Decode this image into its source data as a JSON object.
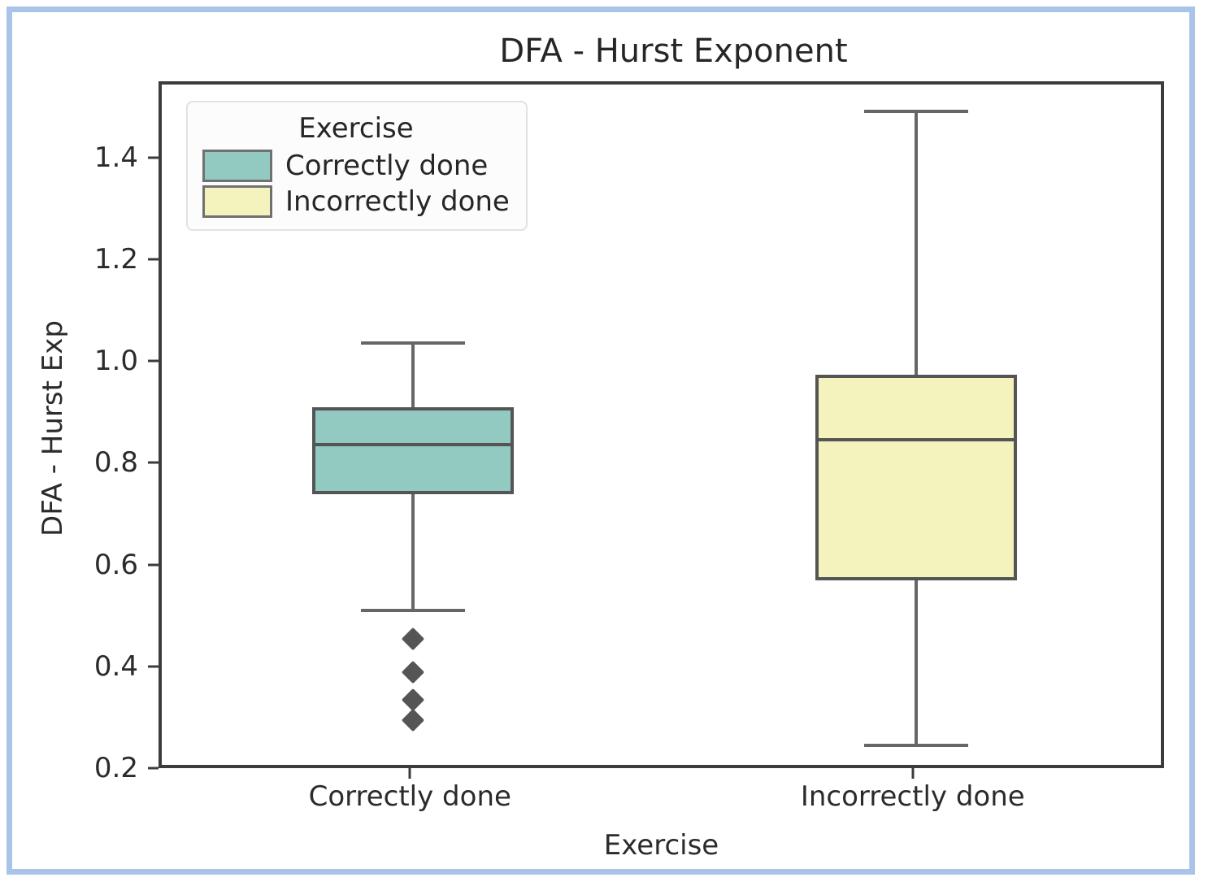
{
  "figure": {
    "title": "DFA - Hurst Exponent",
    "frame_color": "#a8c4e8"
  },
  "legend": {
    "title": "Exercise",
    "entries": [
      {
        "label": "Correctly done",
        "color": "#92c9c0"
      },
      {
        "label": "Incorrectly done",
        "color": "#f4f2bd"
      }
    ]
  },
  "axes": {
    "xlabel": "Exercise",
    "ylabel": "DFA - Hurst Exp",
    "yticks": [
      "1.4",
      "1.2",
      "1.0",
      "0.8",
      "0.6",
      "0.4",
      "0.2"
    ],
    "xticks": [
      "Correctly done",
      "Incorrectly done"
    ]
  },
  "chart_data": {
    "type": "box",
    "title": "DFA - Hurst Exponent",
    "xlabel": "Exercise",
    "ylabel": "DFA - Hurst Exp",
    "ylim": [
      0.2,
      1.55
    ],
    "yticks": [
      0.2,
      0.4,
      0.6,
      0.8,
      1.0,
      1.2,
      1.4
    ],
    "grid": false,
    "legend_position": "upper left",
    "legend_title": "Exercise",
    "categories": [
      "Correctly done",
      "Incorrectly done"
    ],
    "boxes": [
      {
        "name": "Correctly done",
        "color": "#92c9c0",
        "whisker_low": 0.52,
        "q1": 0.745,
        "median": 0.845,
        "q3": 0.915,
        "whisker_high": 1.045,
        "outliers": [
          0.46,
          0.395,
          0.34,
          0.3
        ]
      },
      {
        "name": "Incorrectly done",
        "color": "#f4f2bd",
        "whisker_low": 0.255,
        "q1": 0.575,
        "median": 0.855,
        "q3": 0.98,
        "whisker_high": 1.5,
        "outliers": []
      }
    ]
  }
}
